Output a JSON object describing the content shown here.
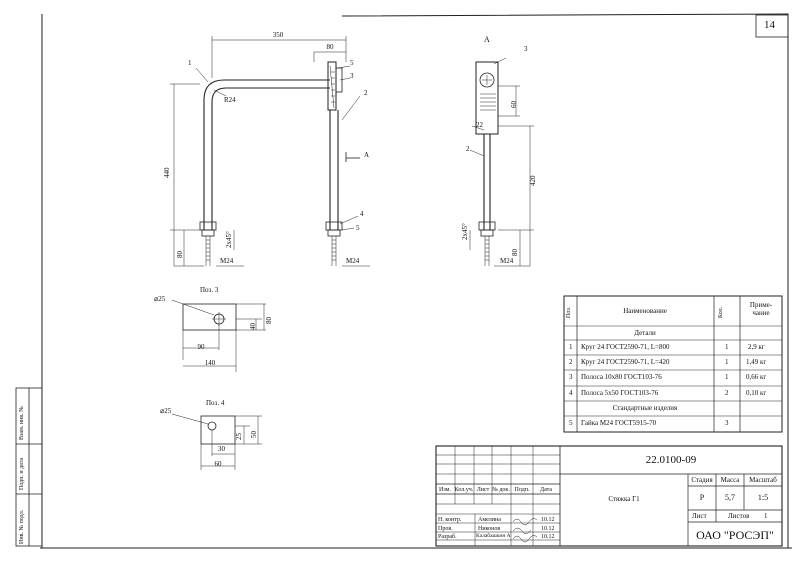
{
  "sheet": {
    "number": "14"
  },
  "views": {
    "section_label": "А",
    "view_arrow_label": "А",
    "main": {
      "dim_total": "350",
      "dim_top": "80",
      "radius": "R24",
      "height": "440",
      "end_len": "80",
      "chamfer": "2х45°",
      "thread": "М24",
      "pos1": "1",
      "pos2": "2",
      "pos3": "3",
      "pos4": "4",
      "pos5a": "5",
      "pos5b": "5"
    },
    "side": {
      "pos3": "3",
      "dim_plate": "60",
      "radius": "22",
      "pos2": "2",
      "height": "420",
      "end_len": "80",
      "chamfer": "2х45°",
      "thread": "М24"
    }
  },
  "details": {
    "poz3": {
      "title": "Поз. 3",
      "hole": "⌀25",
      "w_inner": "90",
      "w_total": "140",
      "h_inner": "40",
      "h_total": "80"
    },
    "poz4": {
      "title": "Поз. 4",
      "hole": "⌀25",
      "w_inner": "30",
      "w_total": "60",
      "h_inner": "25",
      "h_total": "50"
    }
  },
  "spec": {
    "headers": {
      "pos": "Поз.",
      "name": "Наименование",
      "qty": "Кол.",
      "note": "Приме-\nчание"
    },
    "section_details": "Детали",
    "section_standard": "Стандартные изделия",
    "rows": [
      {
        "pos": "1",
        "name": "Круг 24 ГОСТ2590-71, L=800",
        "qty": "1",
        "note": "2,9 кг"
      },
      {
        "pos": "2",
        "name": "Круг 24 ГОСТ2590-71, L=420",
        "qty": "1",
        "note": "1,49 кг"
      },
      {
        "pos": "3",
        "name": "Полоса 10х80 ГОСТ103-76",
        "qty": "1",
        "note": "0,66 кг"
      },
      {
        "pos": "4",
        "name": "Полоса 5х50 ГОСТ103-76",
        "qty": "2",
        "note": "0,10 кг"
      }
    ],
    "standard_rows": [
      {
        "pos": "5",
        "name": "Гайка М24 ГОСТ5915-70",
        "qty": "3",
        "note": ""
      }
    ]
  },
  "stamp": {
    "code": "22.0100-09",
    "title": "Стяжка Г1",
    "col_headers": {
      "izm": "Изм.",
      "kol": "Кол.уч.",
      "list": "Лист",
      "ndok": "№ док.",
      "podp": "Подп.",
      "data": "Дата"
    },
    "stage_header": "Стадия",
    "mass_header": "Масса",
    "scale_header": "Масштаб",
    "stage": "Р",
    "mass": "5,7",
    "scale": "1:5",
    "sheet_label": "Лист",
    "sheets_label": "Листов",
    "sheets_value": "1",
    "roles": [
      {
        "role": "Н. контр.",
        "name": "Амелина",
        "date": "10.12"
      },
      {
        "role": "Пров.",
        "name": "Никонов",
        "date": "10.12"
      },
      {
        "role": "Разраб.",
        "name": "Калабашкин А",
        "date": "10.12"
      }
    ],
    "org": "ОАО \"РОСЭП\""
  },
  "side_stamp": {
    "vzam": "Взам. инв. №",
    "podp": "Подп. и дата",
    "inv": "Инв. № подл."
  }
}
